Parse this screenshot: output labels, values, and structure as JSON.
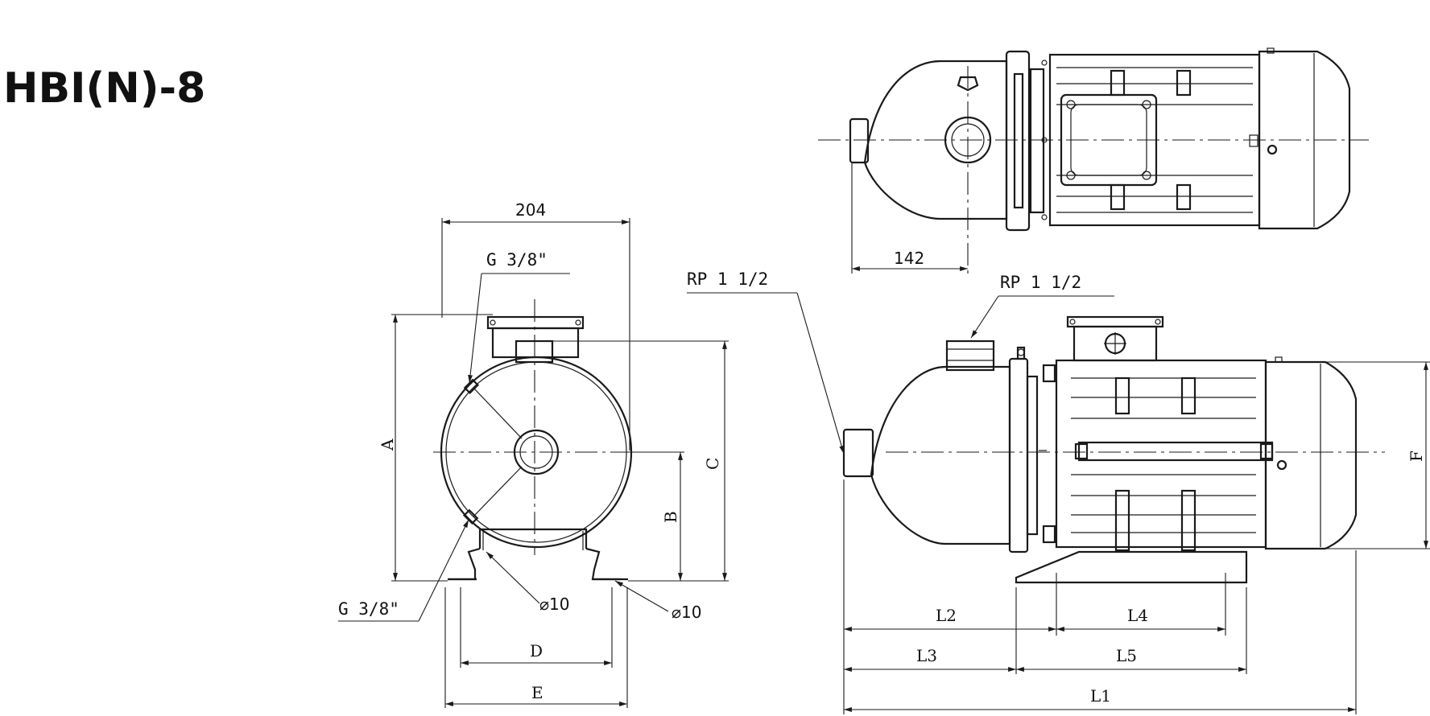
{
  "title": "HBI(N)-8",
  "colors": {
    "line": "#1a1a1a",
    "background": "#ffffff"
  },
  "front_view": {
    "width_dim": "204",
    "label_a": "A",
    "label_b": "B",
    "label_c": "C",
    "label_d": "D",
    "label_e": "E",
    "port_top": "G 3/8\"",
    "port_bottom": "G 3/8\"",
    "hole_left": "⌀10",
    "hole_right": "⌀10"
  },
  "top_view": {
    "dim_142": "142"
  },
  "side_view": {
    "inlet_port": "RP 1 1/2",
    "outlet_port": "RP 1 1/2",
    "label_f": "F",
    "label_l1": "L1",
    "label_l2": "L2",
    "label_l3": "L3",
    "label_l4": "L4",
    "label_l5": "L5"
  }
}
